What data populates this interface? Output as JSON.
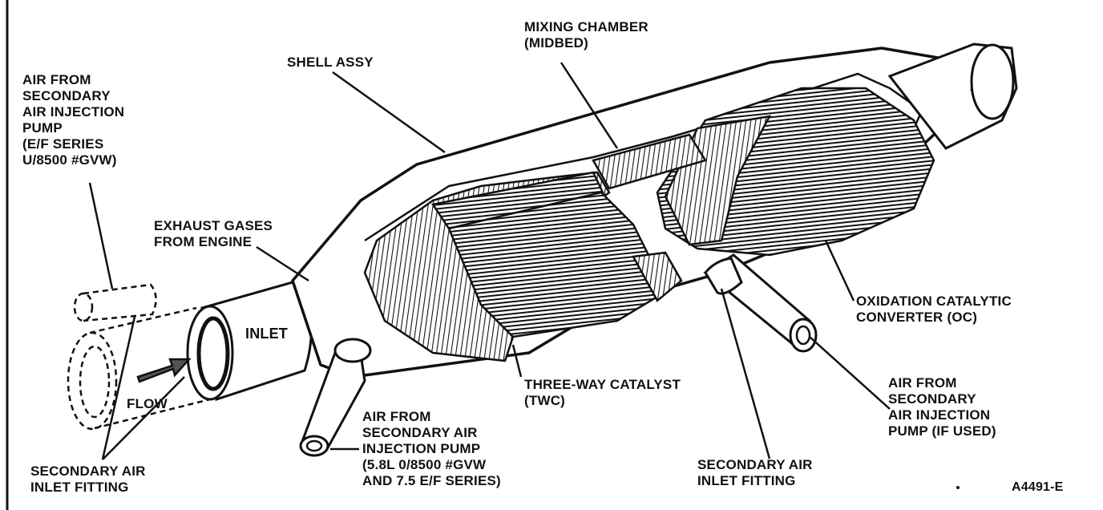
{
  "colors": {
    "ink": "#111111",
    "paper": "#ffffff"
  },
  "labels": {
    "air_secondary_ef": "AIR FROM\nSECONDARY\nAIR INJECTION\nPUMP\n(E/F SERIES\nU/8500 #GVW)",
    "shell_assy": "SHELL ASSY",
    "mixing_chamber": "MIXING CHAMBER\n(MIDBED)",
    "exhaust_gases": "EXHAUST GASES\nFROM ENGINE",
    "inlet": "INLET",
    "flow": "FLOW",
    "oxidation_converter": "OXIDATION CATALYTIC\nCONVERTER (OC)",
    "three_way_catalyst": "THREE-WAY CATALYST\n(TWC)",
    "air_secondary_58": "AIR FROM\nSECONDARY AIR\nINJECTION PUMP\n(5.8L 0/8500 #GVW\nAND 7.5 E/F SERIES)",
    "air_secondary_if_used": "AIR FROM\nSECONDARY\nAIR INJECTION\nPUMP (IF USED)",
    "secondary_inlet_left": "SECONDARY AIR\nINLET FITTING",
    "secondary_inlet_right": "SECONDARY AIR\nINLET FITTING",
    "figure_code": "A4491-E"
  }
}
